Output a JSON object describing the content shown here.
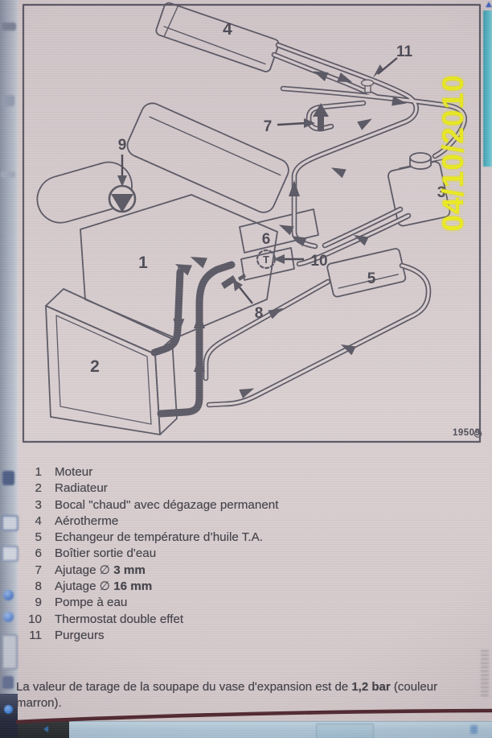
{
  "page": {
    "date_stamp": "04/10/2010",
    "figure_number": "19509",
    "callouts": {
      "c1": "1",
      "c2": "2",
      "c3": "3",
      "c4": "4",
      "c5": "5",
      "c6": "6",
      "c7": "7",
      "c8": "8",
      "c9": "9",
      "c10": "10",
      "c11": "11",
      "t": "T"
    },
    "legend": {
      "items": [
        {
          "num": "1",
          "text": "Moteur",
          "bold": ""
        },
        {
          "num": "2",
          "text": "Radiateur",
          "bold": ""
        },
        {
          "num": "3",
          "text": "Bocal \"chaud\" avec dégazage permanent",
          "bold": ""
        },
        {
          "num": "4",
          "text": "Aérotherme",
          "bold": ""
        },
        {
          "num": "5",
          "text": "Echangeur de température d’huile T.A.",
          "bold": ""
        },
        {
          "num": "6",
          "text": "Boîtier sortie d'eau",
          "bold": ""
        },
        {
          "num": "7",
          "text": "Ajutage ∅ ",
          "bold": "3 mm"
        },
        {
          "num": "8",
          "text": "Ajutage ∅ ",
          "bold": "16 mm"
        },
        {
          "num": "9",
          "text": "Pompe à eau",
          "bold": ""
        },
        {
          "num": "10",
          "text": "Thermostat double effet",
          "bold": ""
        },
        {
          "num": "11",
          "text": "Purgeurs",
          "bold": ""
        }
      ]
    },
    "note": {
      "line1_pre": "La valeur de tarage de la soupape du vase d'expansion est de ",
      "line1_bold": "1,2 bar",
      "line1_post": " (couleur",
      "line2": "marron)."
    }
  },
  "colors": {
    "date_yellow": "#eff00c",
    "line_art": "#4b4a57",
    "maroon_rule": "#43161f",
    "teal_strip": "#49b9ca",
    "scrollbar_blue": "#b0cde0"
  }
}
